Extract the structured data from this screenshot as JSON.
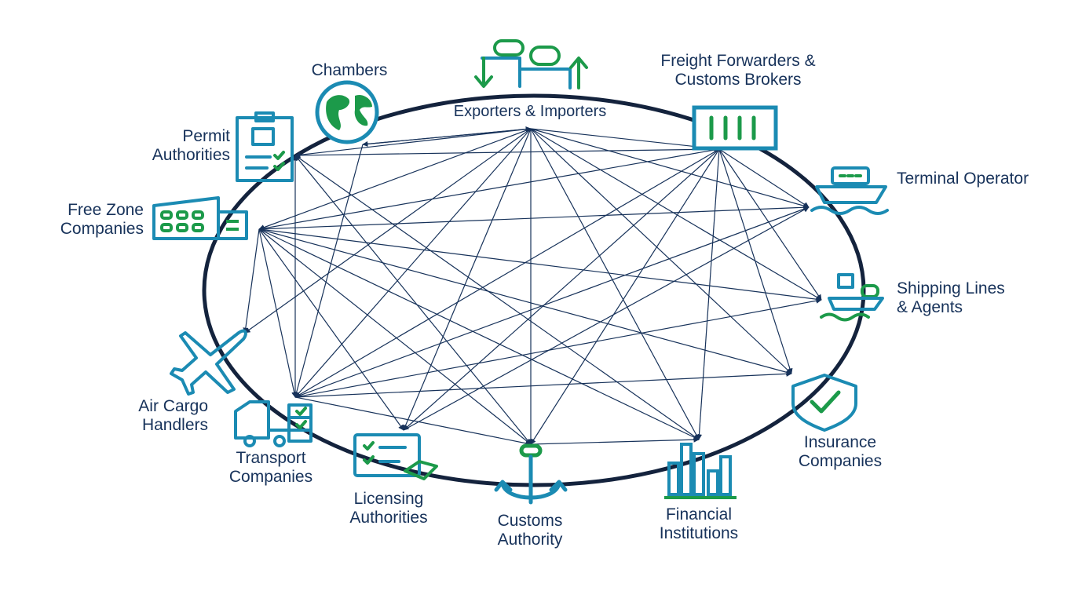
{
  "diagram": {
    "colors": {
      "teal": "#1b8bb3",
      "green": "#1c9a4a",
      "navy": "#17325a",
      "ellipse": "#14233d"
    },
    "nodes": [
      {
        "id": "exporters",
        "lines": [
          "Exporters & Importers"
        ],
        "icon": "people-exchange-icon"
      },
      {
        "id": "freight",
        "lines": [
          "Freight Forwarders &",
          "Customs Brokers"
        ],
        "icon": "container-icon"
      },
      {
        "id": "terminal",
        "lines": [
          "Terminal Operator"
        ],
        "icon": "ship-icon"
      },
      {
        "id": "shipping",
        "lines": [
          "Shipping Lines",
          "& Agents"
        ],
        "icon": "cargo-vessel-icon"
      },
      {
        "id": "insurance",
        "lines": [
          "Insurance",
          "Companies"
        ],
        "icon": "shield-check-icon"
      },
      {
        "id": "financial",
        "lines": [
          "Financial",
          "Institutions"
        ],
        "icon": "bar-chart-icon"
      },
      {
        "id": "customs",
        "lines": [
          "Customs",
          "Authority"
        ],
        "icon": "anchor-icon"
      },
      {
        "id": "licensing",
        "lines": [
          "Licensing",
          "Authorities"
        ],
        "icon": "checklist-handshake-icon"
      },
      {
        "id": "transport",
        "lines": [
          "Transport",
          "Companies"
        ],
        "icon": "truck-icon"
      },
      {
        "id": "aircargo",
        "lines": [
          "Air Cargo",
          "Handlers"
        ],
        "icon": "airplane-icon"
      },
      {
        "id": "freezone",
        "lines": [
          "Free Zone",
          "Companies"
        ],
        "icon": "building-icon"
      },
      {
        "id": "permit",
        "lines": [
          "Permit",
          "Authorities"
        ],
        "icon": "clipboard-icon"
      },
      {
        "id": "chambers",
        "lines": [
          "Chambers"
        ],
        "icon": "globe-icon"
      }
    ],
    "connections": [
      [
        "exporters",
        "freight"
      ],
      [
        "exporters",
        "terminal"
      ],
      [
        "exporters",
        "shipping"
      ],
      [
        "exporters",
        "insurance"
      ],
      [
        "exporters",
        "financial"
      ],
      [
        "exporters",
        "customs"
      ],
      [
        "exporters",
        "licensing"
      ],
      [
        "exporters",
        "transport"
      ],
      [
        "exporters",
        "aircargo"
      ],
      [
        "exporters",
        "freezone"
      ],
      [
        "exporters",
        "permit"
      ],
      [
        "exporters",
        "chambers"
      ],
      [
        "freight",
        "terminal"
      ],
      [
        "freight",
        "shipping"
      ],
      [
        "freight",
        "insurance"
      ],
      [
        "freight",
        "financial"
      ],
      [
        "freight",
        "customs"
      ],
      [
        "freight",
        "licensing"
      ],
      [
        "freight",
        "transport"
      ],
      [
        "freight",
        "freezone"
      ],
      [
        "freight",
        "permit"
      ],
      [
        "freezone",
        "terminal"
      ],
      [
        "freezone",
        "shipping"
      ],
      [
        "freezone",
        "insurance"
      ],
      [
        "freezone",
        "financial"
      ],
      [
        "freezone",
        "customs"
      ],
      [
        "freezone",
        "licensing"
      ],
      [
        "freezone",
        "transport"
      ],
      [
        "freezone",
        "aircargo"
      ],
      [
        "transport",
        "terminal"
      ],
      [
        "transport",
        "shipping"
      ],
      [
        "transport",
        "insurance"
      ],
      [
        "transport",
        "customs"
      ],
      [
        "transport",
        "permit"
      ],
      [
        "customs",
        "financial"
      ],
      [
        "customs",
        "permit"
      ],
      [
        "chambers",
        "exporters"
      ],
      [
        "permit",
        "financial"
      ],
      [
        "licensing",
        "terminal"
      ],
      [
        "chambers",
        "transport"
      ]
    ]
  }
}
